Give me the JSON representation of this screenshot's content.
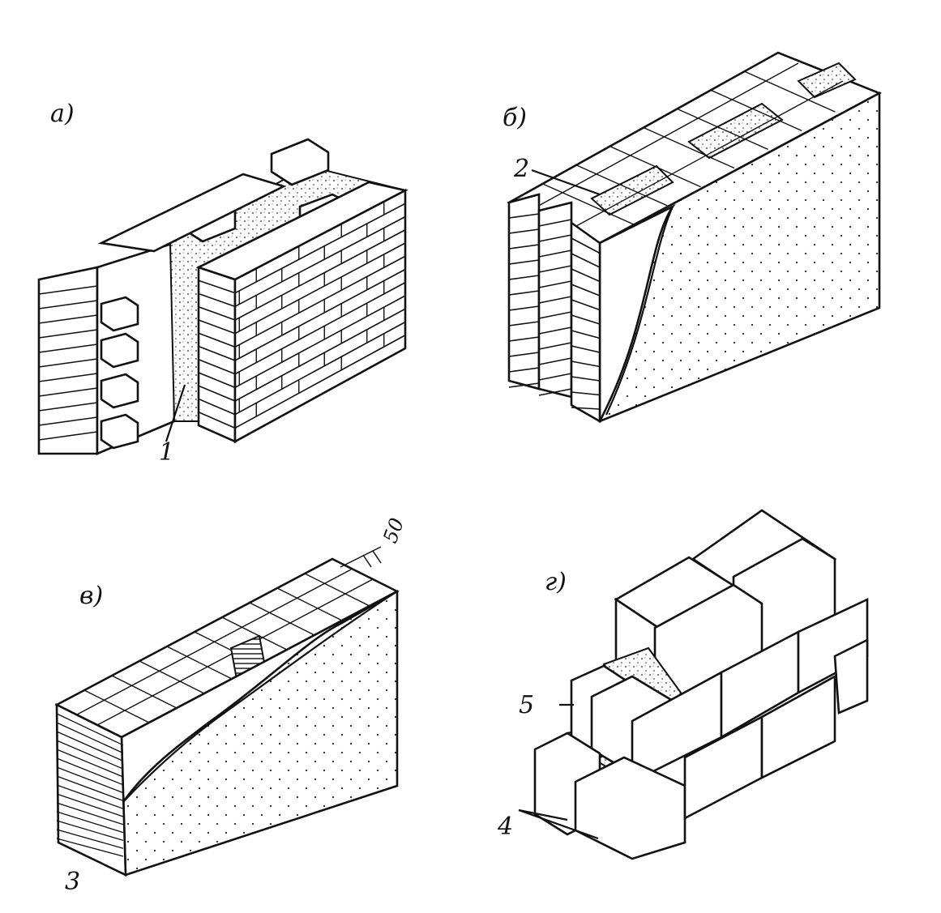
{
  "panels": {
    "a": {
      "letter": "а)",
      "callout": "1"
    },
    "b": {
      "letter": "б)",
      "callout": "2"
    },
    "v": {
      "letter": "в)",
      "callout": "3",
      "dimension": "50"
    },
    "g": {
      "letter": "г)",
      "callout_5": "5",
      "callout_4": "4"
    }
  }
}
